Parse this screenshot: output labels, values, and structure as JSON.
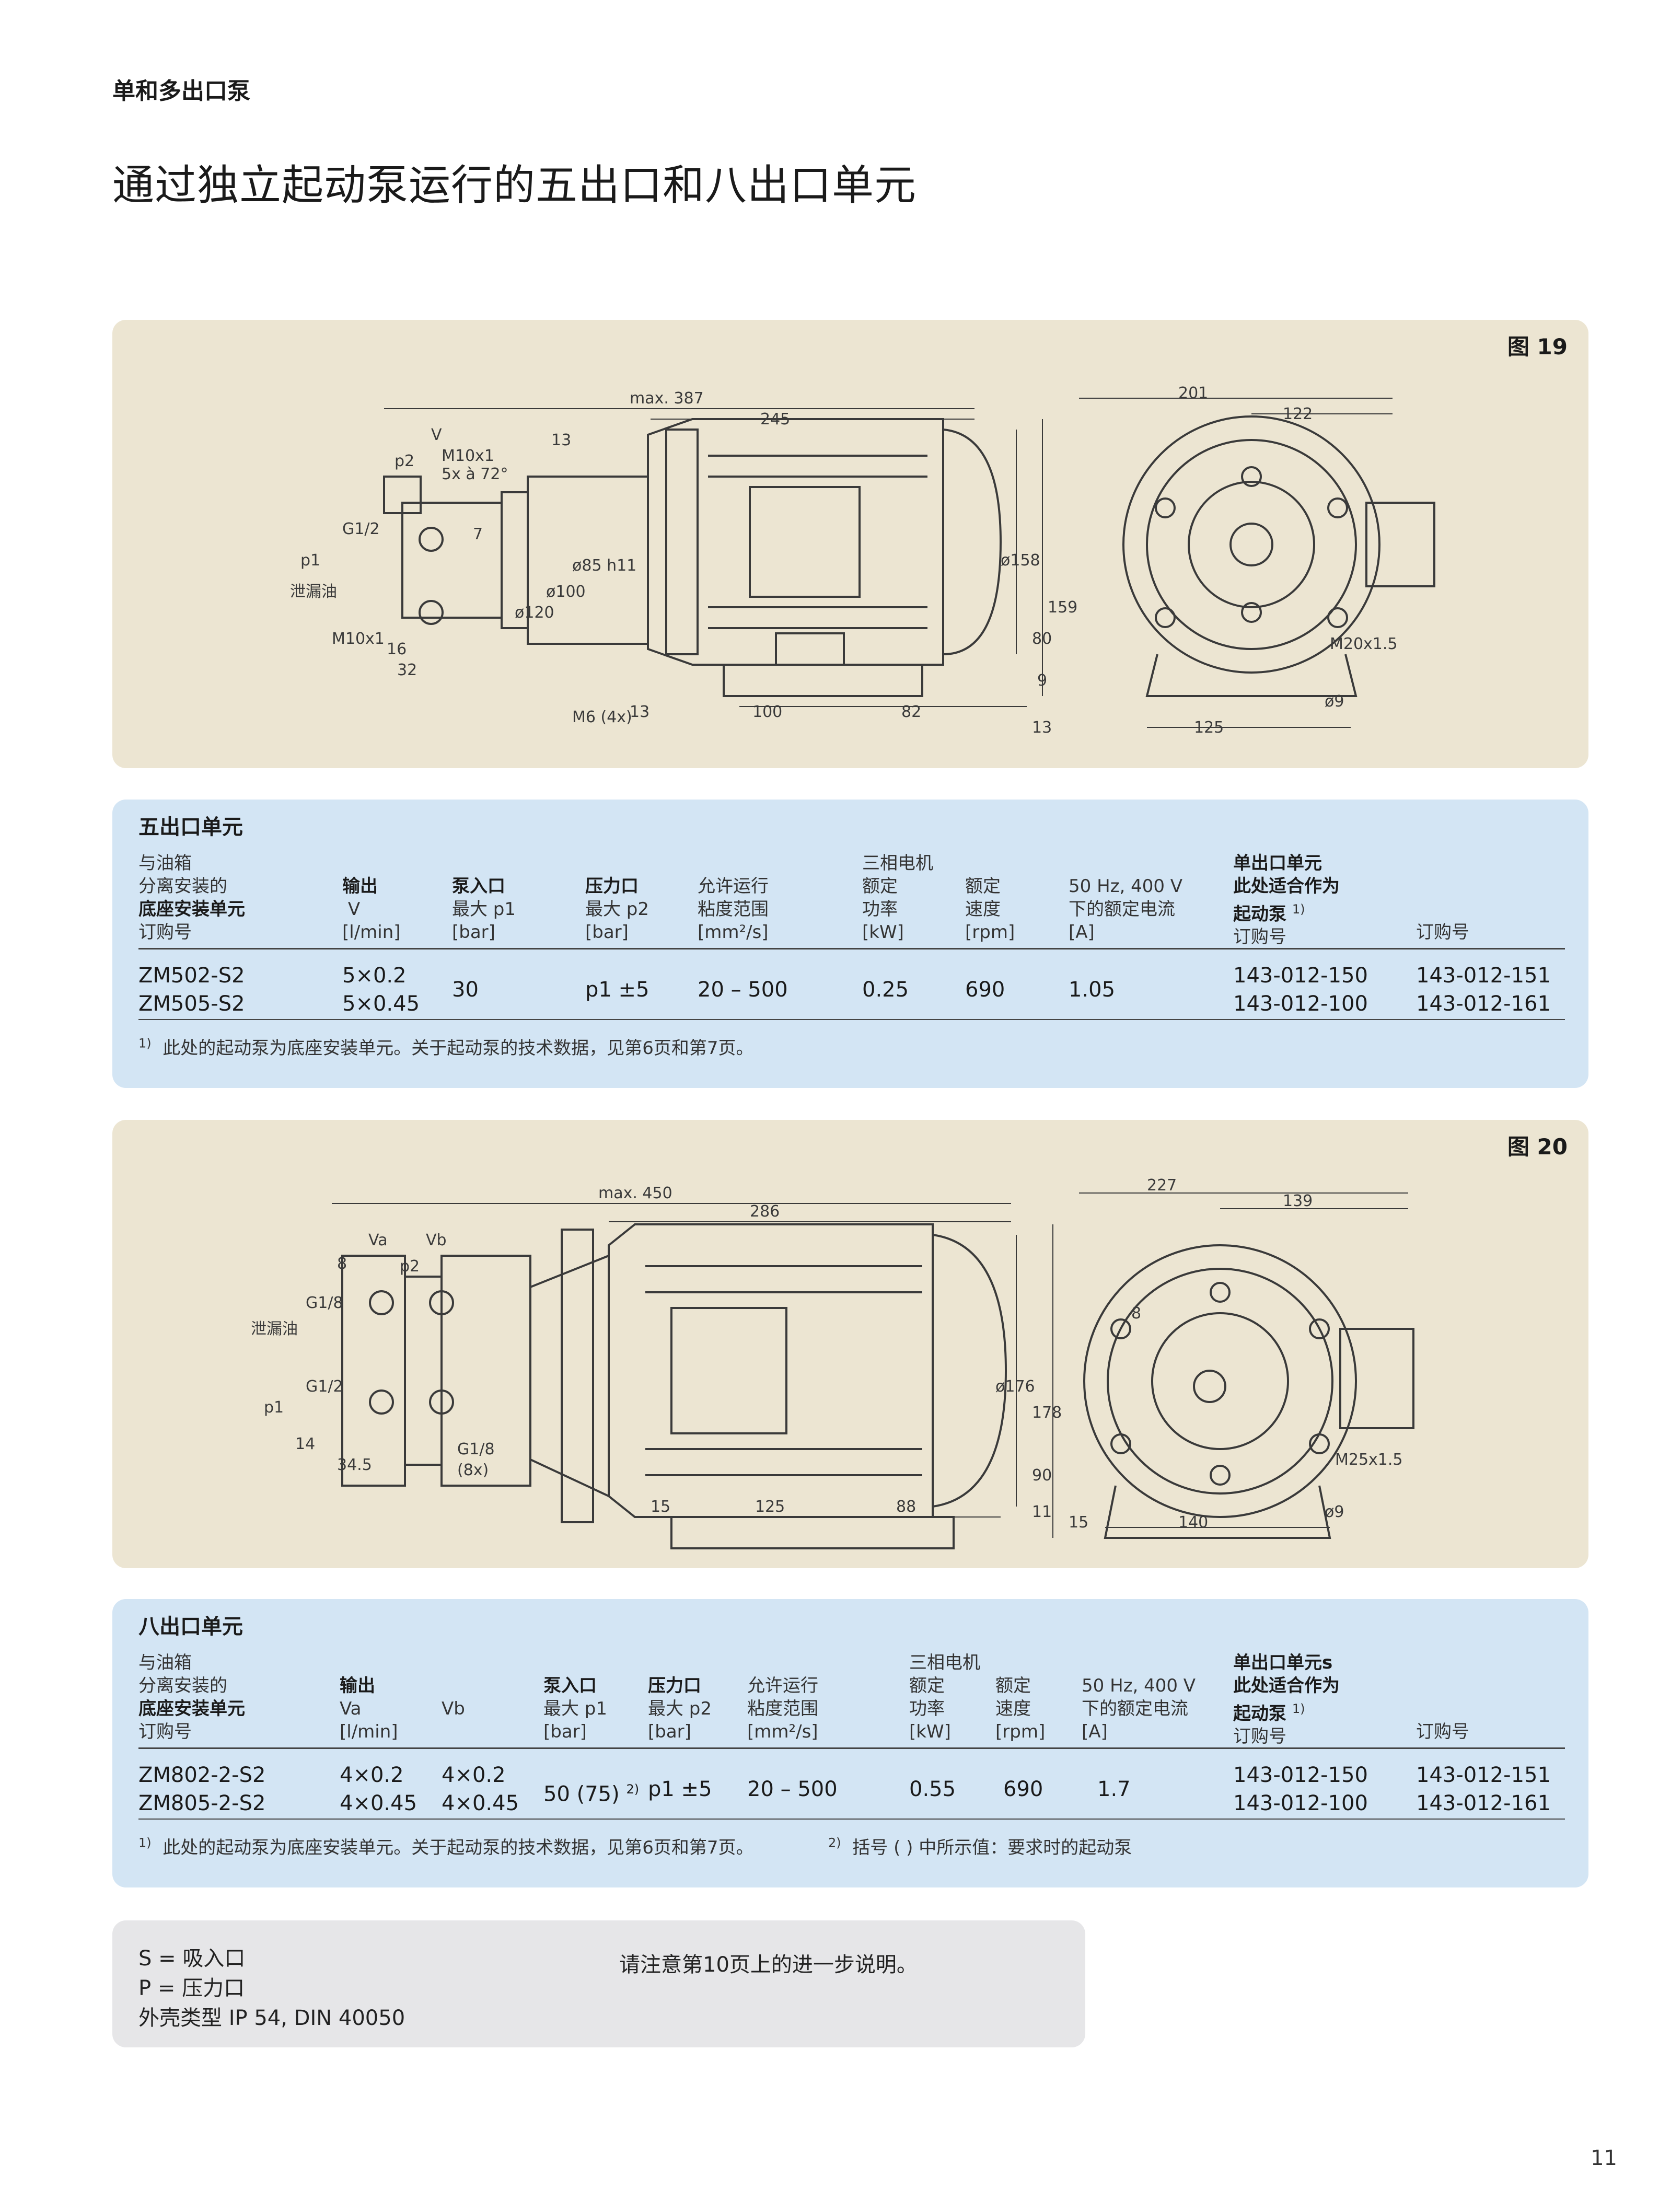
{
  "section_label": "单和多出口泵",
  "page_title": "通过独立起动泵运行的五出口和八出口单元",
  "fig19": {
    "label": "图 19",
    "dims": {
      "max": "max. 387",
      "d245": "245",
      "d13a": "13",
      "p2": "p2",
      "v": "V",
      "m10": "M10x1",
      "deg": "5x à 72°",
      "g12": "G1/2",
      "p1": "p1",
      "leak": "泄漏油",
      "m10b": "M10x1",
      "d16": "16",
      "d32": "32",
      "d7": "7",
      "d120": "ø120",
      "d100": "ø100",
      "d85": "ø85 h11",
      "m6": "M6 (4x)",
      "d13b": "13",
      "d100b": "100",
      "d82": "82",
      "d158": "ø158",
      "d159": "159",
      "d201": "201",
      "d122": "122",
      "d80": "80",
      "d9": "9",
      "d13c": "13",
      "d125": "125",
      "d9b": "ø9",
      "m20": "M20x1.5"
    }
  },
  "table5": {
    "title": "五出口单元",
    "headers": {
      "c1": [
        "与油箱",
        "分离安装的",
        "底座安装单元",
        "订购号"
      ],
      "c2": [
        "输出",
        "V",
        "[l/min]"
      ],
      "c3": [
        "泵入口",
        "最大 p1",
        "[bar]"
      ],
      "c4": [
        "压力口",
        "最大 p2",
        "[bar]"
      ],
      "c5": [
        "允许运行",
        "粘度范围",
        "[mm²/s]"
      ],
      "c6": [
        "三相电机",
        "额定",
        "功率",
        "[kW]"
      ],
      "c7": [
        "额定",
        "速度",
        "[rpm]"
      ],
      "c8": [
        "50 Hz, 400 V",
        "下的额定电流",
        "[A]"
      ],
      "c9": [
        "单出口单元",
        "此处适合作为",
        "起动泵",
        "订购号"
      ],
      "c9_sup": "1)",
      "c10": [
        "订购号"
      ]
    },
    "rows": {
      "model": [
        "ZM502-S2",
        "ZM505-S2"
      ],
      "output": [
        "5×0.2",
        "5×0.45"
      ],
      "p1": "30",
      "p2": "p1 ±5",
      "visc": "20 – 500",
      "power": "0.25",
      "speed": "690",
      "current": "1.05",
      "order1": [
        "143-012-150",
        "143-012-100"
      ],
      "order2": [
        "143-012-151",
        "143-012-161"
      ]
    },
    "footnote_sup": "1)",
    "footnote": "此处的起动泵为底座安装单元。关于起动泵的技术数据，见第6页和第7页。"
  },
  "fig20": {
    "label": "图 20",
    "dims": {
      "max": "max. 450",
      "d286": "286",
      "va": "Va",
      "vb": "Vb",
      "p2": "p2",
      "d8": "8",
      "g18": "G1/8",
      "leak": "泄漏油",
      "g12": "G1/2",
      "p1": "p1",
      "d14": "14",
      "d345": "34.5",
      "g18b": "G1/8",
      "x8": "(8x)",
      "d15": "15",
      "d125": "125",
      "d88": "88",
      "d176": "ø176",
      "d178": "178",
      "d227": "227",
      "d139": "139",
      "d8b": "8",
      "d90": "90",
      "d11": "11",
      "d15b": "15",
      "d140": "140",
      "d9": "ø9",
      "m25": "M25x1.5"
    }
  },
  "table8": {
    "title": "八出口单元",
    "headers": {
      "c1": [
        "与油箱",
        "分离安装的",
        "底座安装单元",
        "订购号"
      ],
      "c2": [
        "输出",
        "Va",
        "[l/min]"
      ],
      "c3": [
        "Vb"
      ],
      "c4": [
        "泵入口",
        "最大 p1",
        "[bar]"
      ],
      "c5": [
        "压力口",
        "最大 p2",
        "[bar]"
      ],
      "c6": [
        "允许运行",
        "粘度范围",
        "[mm²/s]"
      ],
      "c7": [
        "三相电机",
        "额定",
        "功率",
        "[kW]"
      ],
      "c8": [
        "额定",
        "速度",
        "[rpm]"
      ],
      "c9": [
        "50 Hz, 400 V",
        "下的额定电流",
        "[A]"
      ],
      "c10": [
        "单出口单元s",
        "此处适合作为",
        "起动泵",
        "订购号"
      ],
      "c10_sup": "1)",
      "c11": [
        "订购号"
      ]
    },
    "rows": {
      "model": [
        "ZM802-2-S2",
        "ZM805-2-S2"
      ],
      "va": [
        "4×0.2",
        "4×0.45"
      ],
      "vb": [
        "4×0.2",
        "4×0.45"
      ],
      "p1": "50 (75)",
      "p1_sup": "2)",
      "p2": "p1 ±5",
      "visc": "20 – 500",
      "power": "0.55",
      "speed": "690",
      "current": "1.7",
      "order1": [
        "143-012-150",
        "143-012-100"
      ],
      "order2": [
        "143-012-151",
        "143-012-161"
      ]
    },
    "footnote1_sup": "1)",
    "footnote1": "此处的起动泵为底座安装单元。关于起动泵的技术数据，见第6页和第7页。",
    "footnote2_sup": "2)",
    "footnote2": "括号 ( ) 中所示值：要求时的起动泵"
  },
  "notes": {
    "lines": [
      "S = 吸入口",
      "P = 压力口",
      "外壳类型 IP 54, DIN 40050"
    ],
    "remark": "请注意第10页上的进一步说明。"
  },
  "page_number": "11"
}
